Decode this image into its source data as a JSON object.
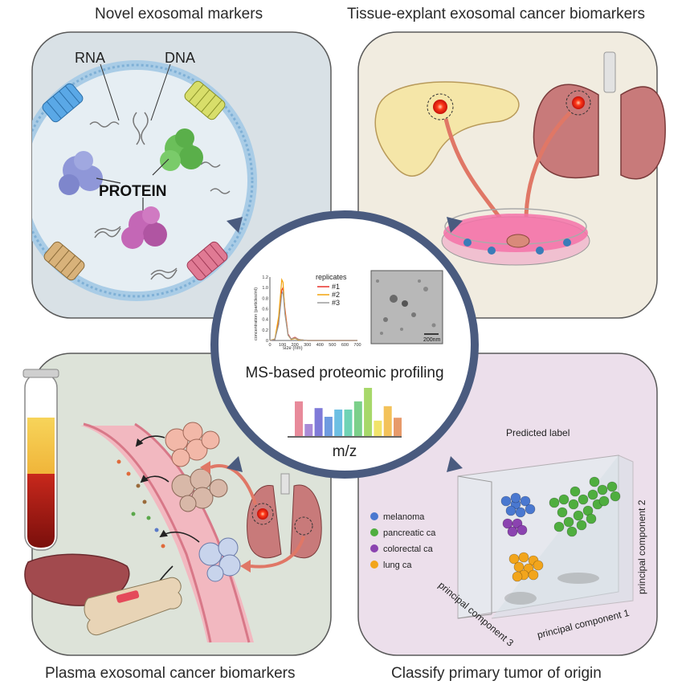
{
  "titles": {
    "top_left": "Novel exosomal markers",
    "top_right": "Tissue-explant exosomal cancer biomarkers",
    "bottom_left": "Plasma exosomal cancer biomarkers",
    "bottom_right": "Classify primary tumor of origin"
  },
  "exosome": {
    "rna_label": "RNA",
    "dna_label": "DNA",
    "protein_label": "PROTEIN"
  },
  "center": {
    "main_label": "MS-based proteomic profiling",
    "mz_label": "m/z",
    "micrograph_scale": "200nm",
    "replicates": {
      "title": "replicates",
      "entries": [
        {
          "label": "#1",
          "color": "#e8312a"
        },
        {
          "label": "#2",
          "color": "#f2a20c"
        },
        {
          "label": "#3",
          "color": "#9a9a9a"
        }
      ]
    }
  },
  "chart_data": [
    {
      "type": "line",
      "xlabel": "size (nm)",
      "ylabel": "concentration (particles/ml)",
      "xlim": [
        0,
        700
      ],
      "ylim": [
        0,
        1.2
      ],
      "x_ticks": [
        "0",
        "100",
        "200",
        "300",
        "400",
        "500",
        "600",
        "700"
      ],
      "y_ticks": [
        "0",
        "0.2",
        "0.4",
        "0.6",
        "0.8",
        "1.0",
        "1.2"
      ],
      "series": [
        {
          "name": "#1",
          "color": "#e8312a",
          "x": [
            0,
            40,
            70,
            95,
            105,
            120,
            145,
            170,
            200,
            230,
            260,
            300,
            700
          ],
          "y": [
            0,
            0.02,
            0.35,
            0.95,
            1.0,
            0.6,
            0.12,
            0.03,
            0.06,
            0.02,
            0.01,
            0,
            0
          ]
        },
        {
          "name": "#2",
          "color": "#f2a20c",
          "x": [
            0,
            40,
            70,
            95,
            105,
            120,
            145,
            170,
            200,
            230,
            260,
            300,
            700
          ],
          "y": [
            0,
            0.03,
            0.45,
            1.15,
            1.1,
            0.55,
            0.1,
            0.02,
            0.04,
            0.01,
            0.01,
            0,
            0
          ]
        },
        {
          "name": "#3",
          "color": "#9a9a9a",
          "x": [
            0,
            40,
            70,
            95,
            105,
            120,
            145,
            170,
            200,
            230,
            260,
            300,
            700
          ],
          "y": [
            0,
            0.02,
            0.3,
            0.88,
            0.92,
            0.5,
            0.1,
            0.03,
            0.05,
            0.02,
            0.01,
            0,
            0
          ]
        }
      ]
    },
    {
      "type": "bar",
      "xlabel": "m/z",
      "values": [
        0.72,
        0.25,
        0.58,
        0.4,
        0.55,
        0.55,
        0.72,
        1.0,
        0.32,
        0.62,
        0.38
      ],
      "colors": [
        "#e88a9a",
        "#a98ad6",
        "#7f7ad8",
        "#6e9be0",
        "#6cbfe3",
        "#6fd3b5",
        "#7bd08a",
        "#a7d86a",
        "#f1e36a",
        "#f3c25a",
        "#e79a6a"
      ]
    },
    {
      "type": "scatter",
      "title": "Predicted label",
      "axes": [
        "principal component 1",
        "principal component 2",
        "principal component 3"
      ],
      "series": [
        {
          "name": "melanoma",
          "color": "#4a78d0"
        },
        {
          "name": "pancreatic ca",
          "color": "#4fae3f"
        },
        {
          "name": "colorectal ca",
          "color": "#8b43b0"
        },
        {
          "name": "lung ca",
          "color": "#f2a51c"
        }
      ]
    }
  ],
  "colors": {
    "ring": "#4a5b7f",
    "panel_tl": "#d9e1e6",
    "panel_tr": "#f1ece0",
    "panel_bl": "#dde3d9",
    "panel_br": "#ecdfeb"
  }
}
